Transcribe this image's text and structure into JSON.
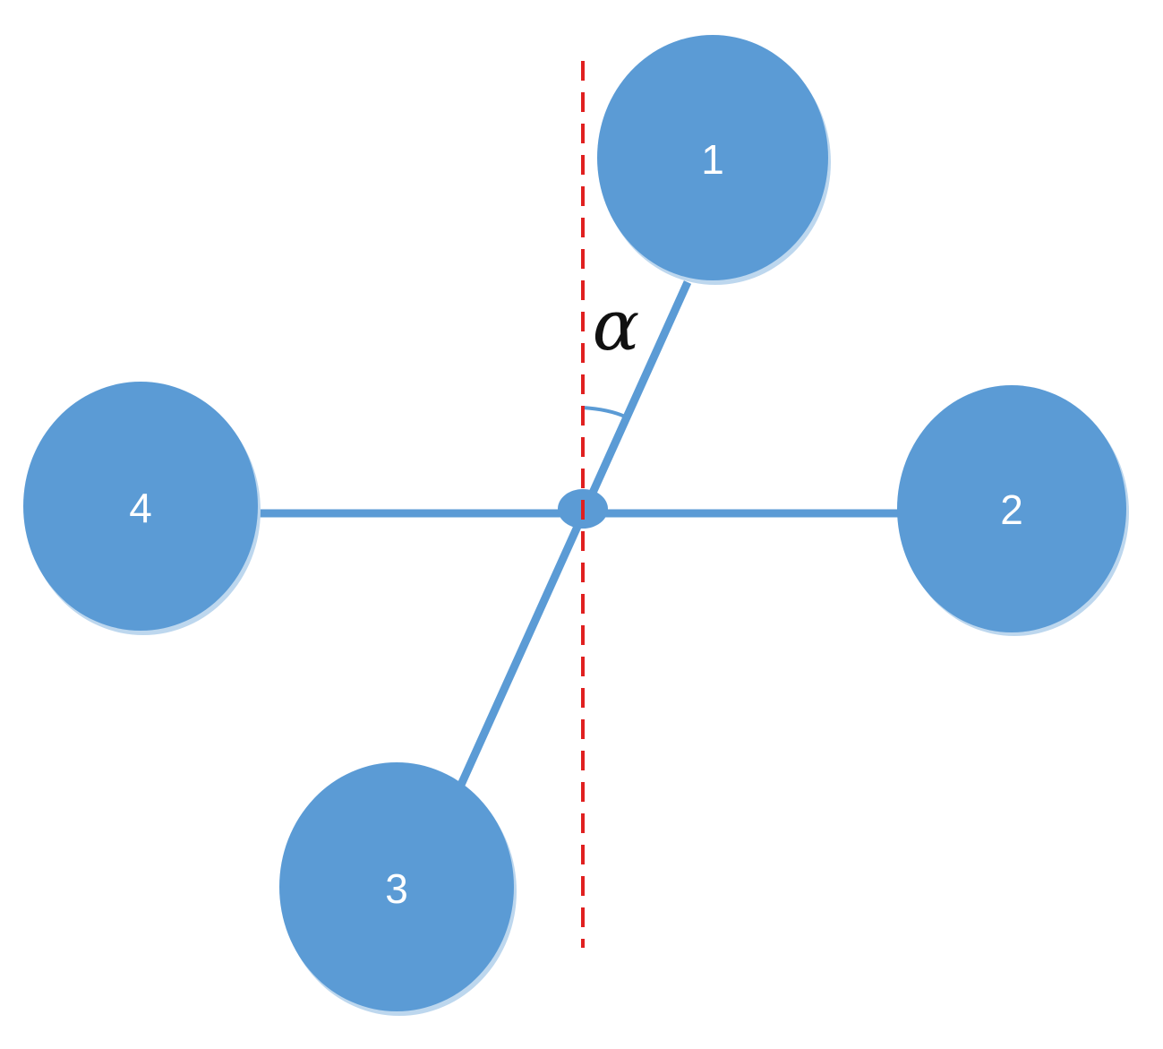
{
  "colors": {
    "node_fill": "#5b9bd5",
    "node_shadow": "#bdd7ee",
    "arm": "#5b9bd5",
    "reference_line": "#e02020",
    "angle_arc": "#5b9bd5",
    "label_text": "#ffffff",
    "angle_text": "#111111"
  },
  "nodes": [
    {
      "id": "1",
      "label": "1"
    },
    {
      "id": "2",
      "label": "2"
    },
    {
      "id": "3",
      "label": "3"
    },
    {
      "id": "4",
      "label": "4"
    }
  ],
  "angle": {
    "symbol": "α"
  }
}
